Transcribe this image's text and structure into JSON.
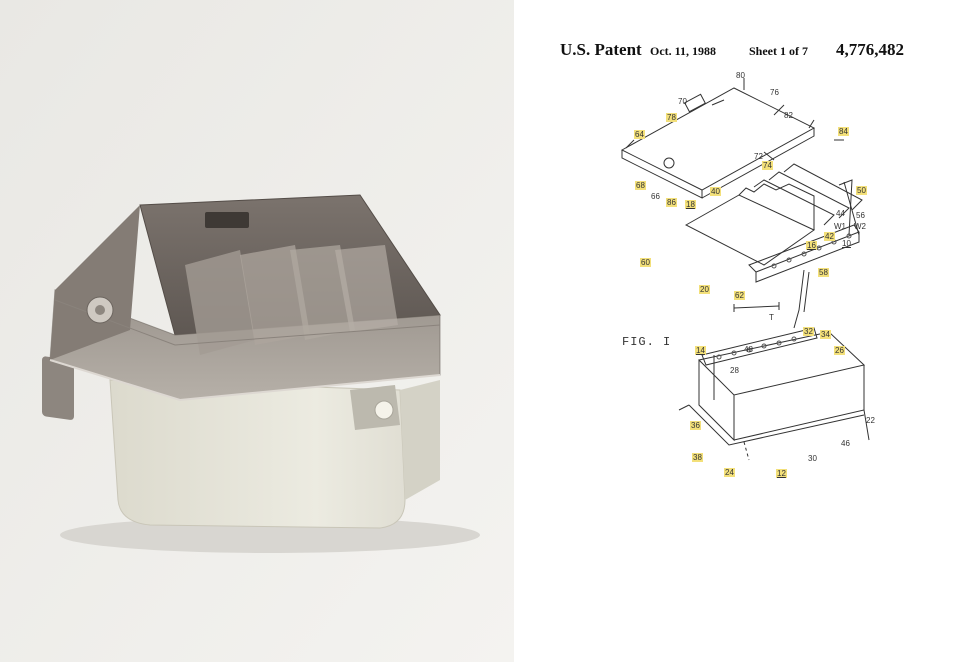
{
  "header": {
    "title": "U.S. Patent",
    "date": "Oct. 11, 1988",
    "sheet": "Sheet 1 of 7",
    "number": "4,776,482"
  },
  "figure_label": "FIG. I",
  "callouts": {
    "c80": "80",
    "c70": "70",
    "c76": "76",
    "c78": "78",
    "c82": "82",
    "c84": "84",
    "c64": "64",
    "c72": "72",
    "c74": "74",
    "c68": "68",
    "c66": "66",
    "c86": "86",
    "c18": "18",
    "c40": "40",
    "c50": "50",
    "c44": "44",
    "c56": "56",
    "cw1": "W1",
    "cw2": "W2",
    "c42": "42",
    "c16": "16",
    "c10": "10",
    "c60": "60",
    "c58": "58",
    "c20": "20",
    "c62": "62",
    "cT": "T",
    "c14": "14",
    "c32": "32",
    "c34": "34",
    "c48": "48",
    "c26": "26",
    "c28": "28",
    "c36": "36",
    "c22": "22",
    "c38": "38",
    "c24": "24",
    "c46": "46",
    "c30": "30",
    "c12": "12"
  },
  "colors": {
    "highlight": "#f3e07a",
    "lid_smoke": "#6f6660",
    "base_cream": "#e8e6da"
  }
}
